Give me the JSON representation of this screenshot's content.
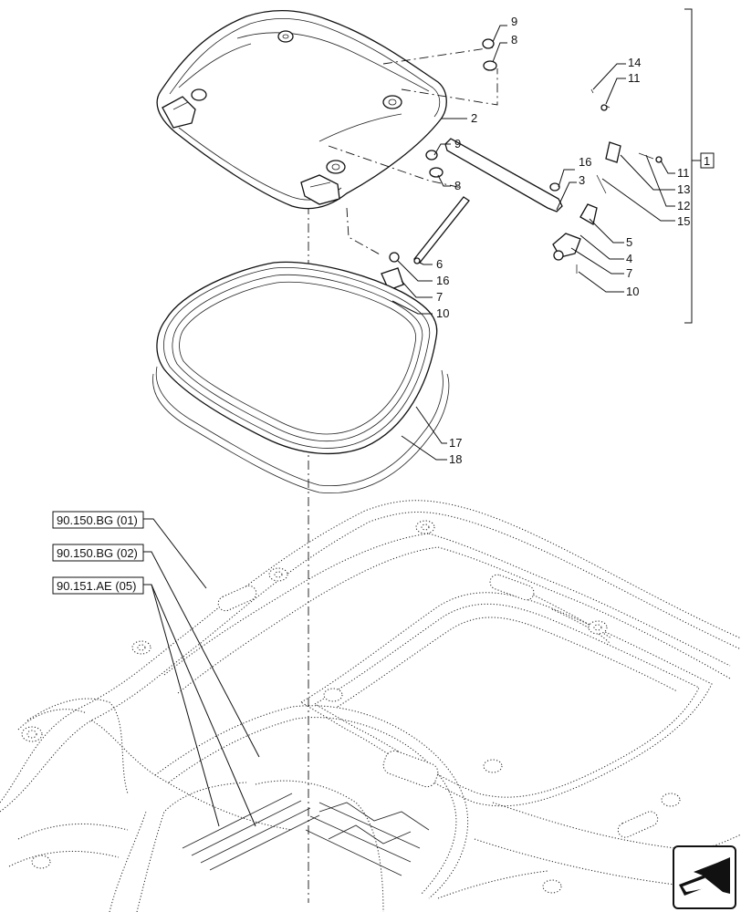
{
  "callouts": {
    "c9a": "9",
    "c8a": "8",
    "c2": "2",
    "c9b": "9",
    "c8b": "8",
    "c14": "14",
    "c11a": "11",
    "c11b": "11",
    "c13": "13",
    "c12": "12",
    "c15": "15",
    "c16a": "16",
    "c3": "3",
    "c5": "5",
    "c4": "4",
    "c7a": "7",
    "c10a": "10",
    "c6": "6",
    "c16b": "16",
    "c7b": "7",
    "c10b": "10",
    "c17": "17",
    "c18": "18"
  },
  "group_label": "1",
  "references": {
    "ref1": "90.150.BG (01)",
    "ref2": "90.150.BG (02)",
    "ref3": "90.151.AE (05)"
  },
  "nav_icon": "arrow-back-icon"
}
